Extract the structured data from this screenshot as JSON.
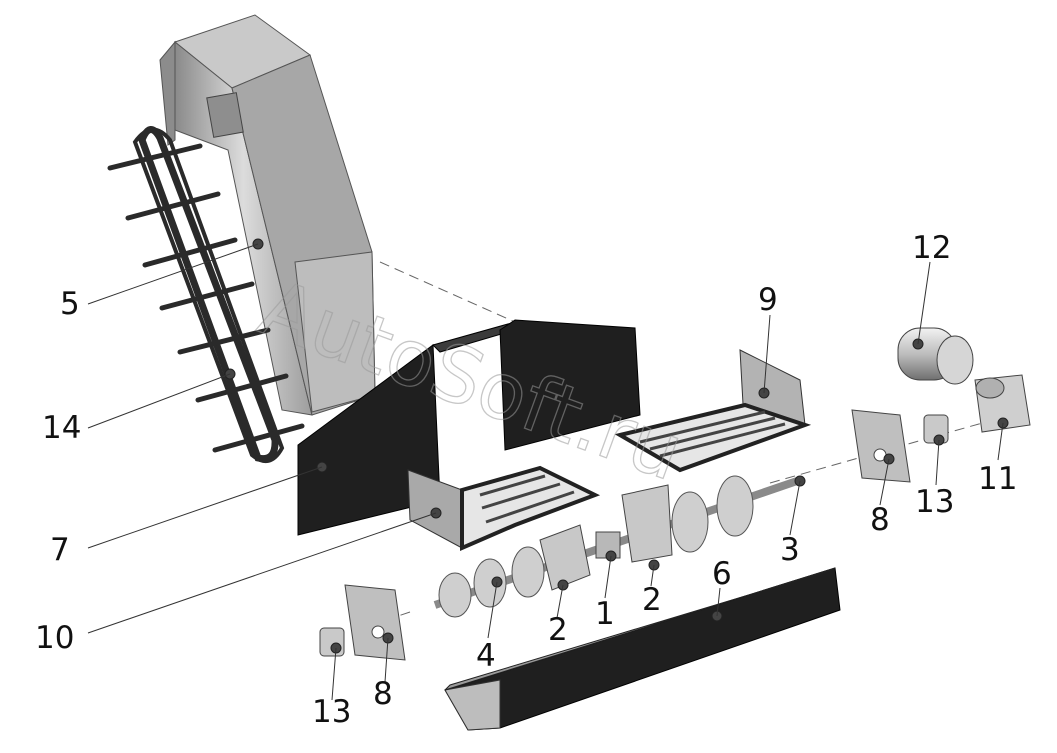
{
  "watermark": "AutoSoft.ru",
  "callouts": [
    "1",
    "2",
    "2",
    "3",
    "4",
    "5",
    "6",
    "7",
    "8",
    "8",
    "9",
    "10",
    "11",
    "12",
    "13",
    "13",
    "14"
  ],
  "colors": {
    "dark_panel": "#1f1f1f",
    "metal_light": "#d9d9d9",
    "metal_mid": "#b4b4b4",
    "metal_dark": "#7c7c7c"
  }
}
